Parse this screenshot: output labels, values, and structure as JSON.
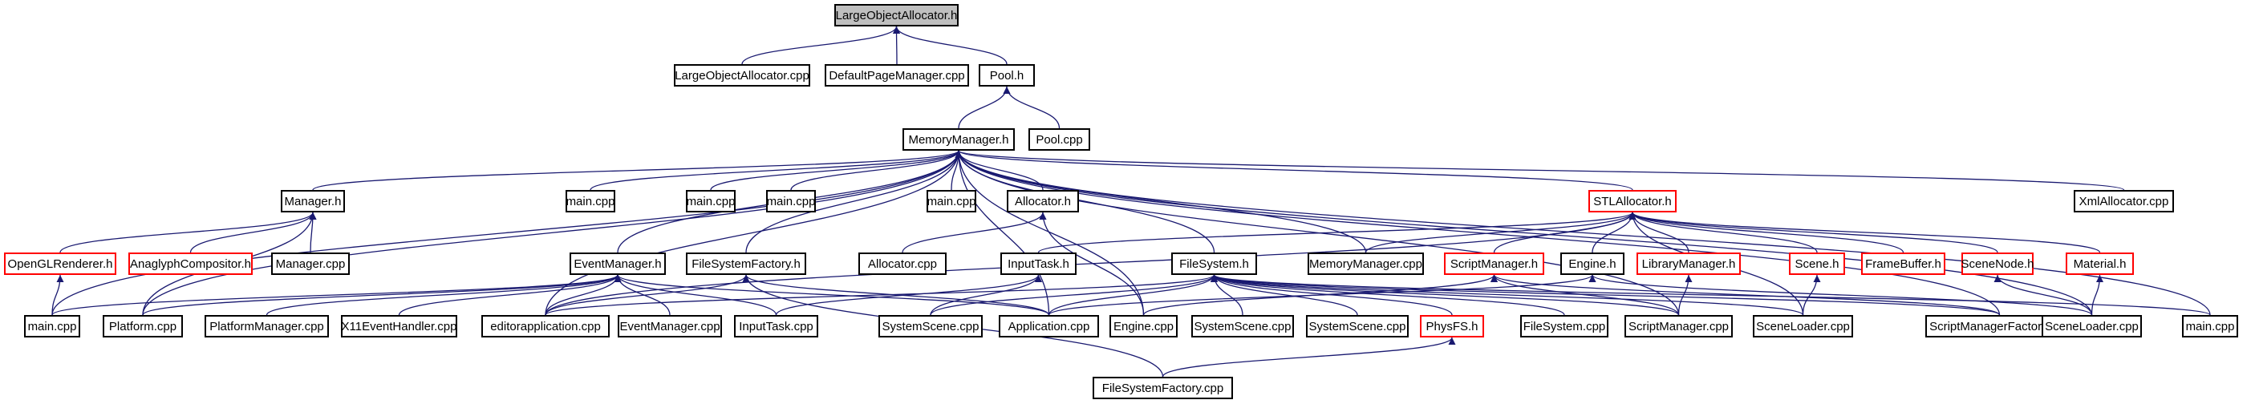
{
  "nodes": [
    {
      "id": "loa_h",
      "label": "LargeObjectAllocator.h",
      "style": "root"
    },
    {
      "id": "loa_cpp",
      "label": "LargeObjectAllocator.cpp",
      "style": "black"
    },
    {
      "id": "dpm_cpp",
      "label": "DefaultPageManager.cpp",
      "style": "black"
    },
    {
      "id": "pool_h",
      "label": "Pool.h",
      "style": "black"
    },
    {
      "id": "mm_h",
      "label": "MemoryManager.h",
      "style": "black"
    },
    {
      "id": "pool_cpp",
      "label": "Pool.cpp",
      "style": "black"
    },
    {
      "id": "manager_h",
      "label": "Manager.h",
      "style": "black"
    },
    {
      "id": "main1_cpp",
      "label": "main.cpp",
      "style": "black"
    },
    {
      "id": "main2_cpp",
      "label": "main.cpp",
      "style": "black"
    },
    {
      "id": "main3_cpp",
      "label": "main.cpp",
      "style": "black"
    },
    {
      "id": "main4_cpp",
      "label": "main.cpp",
      "style": "black"
    },
    {
      "id": "alloc_h",
      "label": "Allocator.h",
      "style": "black"
    },
    {
      "id": "stl_h",
      "label": "STLAllocator.h",
      "style": "red"
    },
    {
      "id": "xml_cpp",
      "label": "XmlAllocator.cpp",
      "style": "black"
    },
    {
      "id": "oglr_h",
      "label": "OpenGLRenderer.h",
      "style": "red"
    },
    {
      "id": "anag_h",
      "label": "AnaglyphCompositor.h",
      "style": "red"
    },
    {
      "id": "manager_cpp",
      "label": "Manager.cpp",
      "style": "black"
    },
    {
      "id": "evm_h",
      "label": "EventManager.h",
      "style": "black"
    },
    {
      "id": "fsf_h",
      "label": "FileSystemFactory.h",
      "style": "black"
    },
    {
      "id": "alloc_cpp",
      "label": "Allocator.cpp",
      "style": "black"
    },
    {
      "id": "inputtask_h",
      "label": "InputTask.h",
      "style": "black"
    },
    {
      "id": "fs_h",
      "label": "FileSystem.h",
      "style": "black"
    },
    {
      "id": "mm_cpp",
      "label": "MemoryManager.cpp",
      "style": "black"
    },
    {
      "id": "sm_h",
      "label": "ScriptManager.h",
      "style": "red"
    },
    {
      "id": "engine_h",
      "label": "Engine.h",
      "style": "black"
    },
    {
      "id": "libm_h",
      "label": "LibraryManager.h",
      "style": "red"
    },
    {
      "id": "scene_h",
      "label": "Scene.h",
      "style": "red"
    },
    {
      "id": "fb_h",
      "label": "FrameBuffer.h",
      "style": "red"
    },
    {
      "id": "scenenode_h",
      "label": "SceneNode.h",
      "style": "red"
    },
    {
      "id": "material_h",
      "label": "Material.h",
      "style": "red"
    },
    {
      "id": "main5_cpp",
      "label": "main.cpp",
      "style": "black"
    },
    {
      "id": "platform_cpp",
      "label": "Platform.cpp",
      "style": "black"
    },
    {
      "id": "pm_cpp",
      "label": "PlatformManager.cpp",
      "style": "black"
    },
    {
      "id": "x11_cpp",
      "label": "X11EventHandler.cpp",
      "style": "black"
    },
    {
      "id": "edapp_cpp",
      "label": "editorapplication.cpp",
      "style": "black"
    },
    {
      "id": "evm_cpp",
      "label": "EventManager.cpp",
      "style": "black"
    },
    {
      "id": "inputtask_cpp",
      "label": "InputTask.cpp",
      "style": "black"
    },
    {
      "id": "ss1_cpp",
      "label": "SystemScene.cpp",
      "style": "black"
    },
    {
      "id": "app_cpp",
      "label": "Application.cpp",
      "style": "black"
    },
    {
      "id": "engine_cpp",
      "label": "Engine.cpp",
      "style": "black"
    },
    {
      "id": "ss2_cpp",
      "label": "SystemScene.cpp",
      "style": "black"
    },
    {
      "id": "ss3_cpp",
      "label": "SystemScene.cpp",
      "style": "black"
    },
    {
      "id": "physfs_h",
      "label": "PhysFS.h",
      "style": "red"
    },
    {
      "id": "fs_cpp",
      "label": "FileSystem.cpp",
      "style": "black"
    },
    {
      "id": "sm_cpp",
      "label": "ScriptManager.cpp",
      "style": "black"
    },
    {
      "id": "sl1_cpp",
      "label": "SceneLoader.cpp",
      "style": "black"
    },
    {
      "id": "smf_cpp",
      "label": "ScriptManagerFactory.cpp",
      "style": "black"
    },
    {
      "id": "sl2_cpp",
      "label": "SceneLoader.cpp",
      "style": "black"
    },
    {
      "id": "main6_cpp",
      "label": "main.cpp",
      "style": "black"
    },
    {
      "id": "fsf_cpp",
      "label": "FileSystemFactory.cpp",
      "style": "black"
    }
  ],
  "edges": [
    [
      "loa_cpp",
      "loa_h"
    ],
    [
      "dpm_cpp",
      "loa_h"
    ],
    [
      "pool_h",
      "loa_h"
    ],
    [
      "mm_h",
      "pool_h"
    ],
    [
      "pool_cpp",
      "pool_h"
    ],
    [
      "manager_h",
      "mm_h"
    ],
    [
      "main1_cpp",
      "mm_h"
    ],
    [
      "main2_cpp",
      "mm_h"
    ],
    [
      "main3_cpp",
      "mm_h"
    ],
    [
      "main4_cpp",
      "mm_h"
    ],
    [
      "alloc_h",
      "mm_h"
    ],
    [
      "stl_h",
      "mm_h"
    ],
    [
      "xml_cpp",
      "mm_h"
    ],
    [
      "evm_h",
      "mm_h"
    ],
    [
      "fsf_h",
      "mm_h"
    ],
    [
      "fs_h",
      "mm_h"
    ],
    [
      "mm_cpp",
      "mm_h"
    ],
    [
      "main5_cpp",
      "mm_h"
    ],
    [
      "platform_cpp",
      "mm_h"
    ],
    [
      "edapp_cpp",
      "mm_h"
    ],
    [
      "app_cpp",
      "mm_h"
    ],
    [
      "engine_cpp",
      "mm_h"
    ],
    [
      "sm_cpp",
      "mm_h"
    ],
    [
      "sl2_cpp",
      "mm_h"
    ],
    [
      "main6_cpp",
      "mm_h"
    ],
    [
      "smf_cpp",
      "mm_h"
    ],
    [
      "oglr_h",
      "manager_h"
    ],
    [
      "anag_h",
      "manager_h"
    ],
    [
      "manager_cpp",
      "manager_h"
    ],
    [
      "platform_cpp",
      "manager_h"
    ],
    [
      "alloc_cpp",
      "alloc_h"
    ],
    [
      "engine_cpp",
      "alloc_h"
    ],
    [
      "inputtask_h",
      "stl_h"
    ],
    [
      "mm_cpp",
      "stl_h"
    ],
    [
      "sm_h",
      "stl_h"
    ],
    [
      "engine_h",
      "stl_h"
    ],
    [
      "libm_h",
      "stl_h"
    ],
    [
      "scene_h",
      "stl_h"
    ],
    [
      "fb_h",
      "stl_h"
    ],
    [
      "scenenode_h",
      "stl_h"
    ],
    [
      "material_h",
      "stl_h"
    ],
    [
      "sl1_cpp",
      "stl_h"
    ],
    [
      "edapp_cpp",
      "stl_h"
    ],
    [
      "main5_cpp",
      "oglr_h"
    ],
    [
      "main5_cpp",
      "evm_h"
    ],
    [
      "platform_cpp",
      "evm_h"
    ],
    [
      "pm_cpp",
      "evm_h"
    ],
    [
      "x11_cpp",
      "evm_h"
    ],
    [
      "edapp_cpp",
      "evm_h"
    ],
    [
      "evm_cpp",
      "evm_h"
    ],
    [
      "inputtask_cpp",
      "evm_h"
    ],
    [
      "app_cpp",
      "evm_h"
    ],
    [
      "edapp_cpp",
      "fsf_h"
    ],
    [
      "app_cpp",
      "fsf_h"
    ],
    [
      "fsf_cpp",
      "fsf_h"
    ],
    [
      "ss1_cpp",
      "inputtask_h"
    ],
    [
      "inputtask_cpp",
      "inputtask_h"
    ],
    [
      "edapp_cpp",
      "fs_h"
    ],
    [
      "ss1_cpp",
      "fs_h"
    ],
    [
      "app_cpp",
      "fs_h"
    ],
    [
      "ss2_cpp",
      "fs_h"
    ],
    [
      "ss3_cpp",
      "fs_h"
    ],
    [
      "physfs_h",
      "fs_h"
    ],
    [
      "fs_cpp",
      "fs_h"
    ],
    [
      "sm_cpp",
      "fs_h"
    ],
    [
      "sl1_cpp",
      "fs_h"
    ],
    [
      "smf_cpp",
      "fs_h"
    ],
    [
      "main6_cpp",
      "fs_h"
    ],
    [
      "engine_cpp",
      "sm_h"
    ],
    [
      "sm_cpp",
      "sm_h"
    ],
    [
      "smf_cpp",
      "sm_h"
    ],
    [
      "app_cpp",
      "engine_h"
    ],
    [
      "sl2_cpp",
      "engine_h"
    ],
    [
      "sm_cpp",
      "libm_h"
    ],
    [
      "sl1_cpp",
      "scene_h"
    ],
    [
      "sl2_cpp",
      "scenenode_h"
    ],
    [
      "sl2_cpp",
      "material_h"
    ],
    [
      "fsf_cpp",
      "physfs_h"
    ]
  ]
}
